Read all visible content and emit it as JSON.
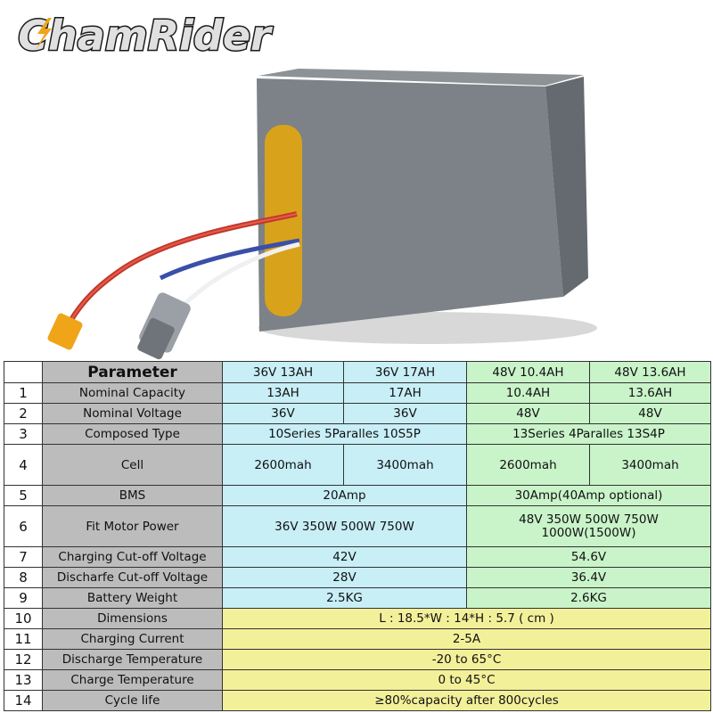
{
  "brand": {
    "name": "ChamRider"
  },
  "colors": {
    "blue": "#c8eef6",
    "green": "#c9f3c9",
    "yellow": "#f3f09a",
    "param": "#bcbcbc"
  },
  "table": {
    "param_header": "Parameter",
    "options": [
      "36V 13AH",
      "36V 17AH",
      "48V 10.4AH",
      "48V 13.6AH"
    ],
    "rows": {
      "capacity": {
        "num": "1",
        "label": "Nominal Capacity",
        "values": [
          "13AH",
          "17AH",
          "10.4AH",
          "13.6AH"
        ]
      },
      "voltage": {
        "num": "2",
        "label": "Nominal Voltage",
        "values": [
          "36V",
          "36V",
          "48V",
          "48V"
        ]
      },
      "composed": {
        "num": "3",
        "label": "Composed Type",
        "v36": "10Series 5Paralles 10S5P",
        "v48": "13Series 4Paralles 13S4P"
      },
      "cell": {
        "num": "4",
        "label": "Cell",
        "values": [
          "2600mah",
          "3400mah",
          "2600mah",
          "3400mah"
        ]
      },
      "bms": {
        "num": "5",
        "label": "BMS",
        "v36": "20Amp",
        "v48": "30Amp(40Amp optional)"
      },
      "motor": {
        "num": "6",
        "label": "Fit Motor Power",
        "v36": "36V 350W 500W 750W",
        "v48_line1": "48V 350W 500W 750W",
        "v48_line2": "1000W(1500W)"
      },
      "cutoff": {
        "num": "7",
        "label": "Charging Cut-off Voltage",
        "v36": "42V",
        "v48": "54.6V"
      },
      "discharge_cutoff": {
        "num": "8",
        "label": "Discharfe Cut-off Voltage",
        "v36": "28V",
        "v48": "36.4V"
      },
      "weight": {
        "num": "9",
        "label": "Battery Weight",
        "v36": "2.5KG",
        "v48": "2.6KG"
      },
      "dimensions": {
        "num": "10",
        "label": "Dimensions",
        "value": "L : 18.5*W : 14*H : 5.7 ( cm )"
      },
      "current": {
        "num": "11",
        "label": "Charging Current",
        "value": "2-5A"
      },
      "discharge_temp": {
        "num": "12",
        "label": "Discharge Temperature",
        "value": "-20 to 65°C"
      },
      "charge_temp": {
        "num": "13",
        "label": "Charge Temperature",
        "value": "0 to 45°C"
      },
      "cycle": {
        "num": "14",
        "label": "Cycle life",
        "value": "≥80%capacity after 800cycles"
      }
    }
  }
}
